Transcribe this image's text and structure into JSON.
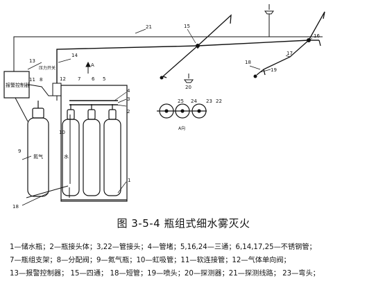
{
  "figure": {
    "caption": "图 3-5-4 瓶组式细水雾灭火",
    "legend_lines": [
      "1—储水瓶；2—瓶接头体；3,22—管接头；4—管堵；5,16,24—三通；6,14,17,25—不锈钢管；",
      "7—瓶组支架；8—分配阀；9—氮气瓶；10—虹吸管；11—软连接管；12—气体单向阀；",
      "13—报警控制器；   15—四通；   18—短管；19—喷头；20—探测器；21—探测线路；   23—弯头；"
    ]
  },
  "labels": {
    "controller": "报警控制器",
    "pressure_switch": "压力开关",
    "nitrogen": "氮气",
    "water": "水",
    "view_a": "A",
    "view_a_dir": "A向",
    "n1": "1",
    "n2": "2",
    "n3": "3",
    "n4": "4",
    "n5": "5",
    "n6": "6",
    "n7": "7",
    "n8": "8",
    "n9": "9",
    "n10": "10",
    "n11": "11",
    "n12": "12",
    "n13": "13",
    "n14": "14",
    "n15": "15",
    "n16": "16",
    "n17": "17",
    "n18": "18",
    "n19": "19",
    "n20": "20",
    "n21": "21",
    "n22": "22",
    "n23": "23",
    "n24": "24",
    "n25": "25"
  }
}
